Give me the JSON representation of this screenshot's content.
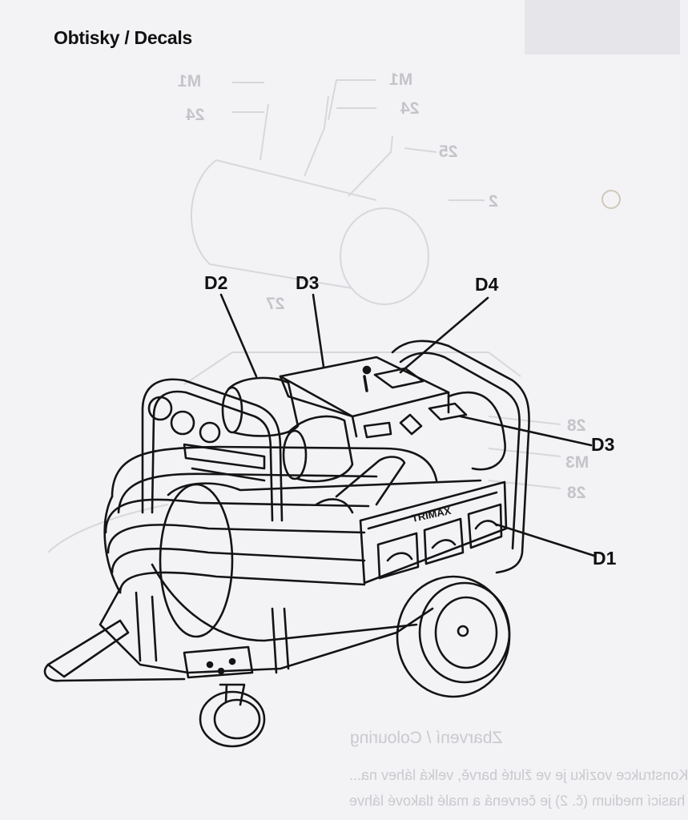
{
  "page": {
    "title": "Obtisky / Decals"
  },
  "callouts": {
    "d2": "D2",
    "d3_top": "D3",
    "d4": "D4",
    "d3_side": "D3",
    "d1": "D1"
  },
  "bleed_through": {
    "numbers": [
      "M1",
      "24",
      "M1",
      "24",
      "25",
      "2",
      "27",
      "28",
      "M3",
      "28"
    ],
    "heading": "Zbarvení / Colouring",
    "line1": "Konstrukce vozíku je ve žluté barvě, velká láhev na...",
    "line2": "hasicí medium (č. 2) je červená a malé tlakové láhve"
  },
  "decal_text": "TRIMAX"
}
